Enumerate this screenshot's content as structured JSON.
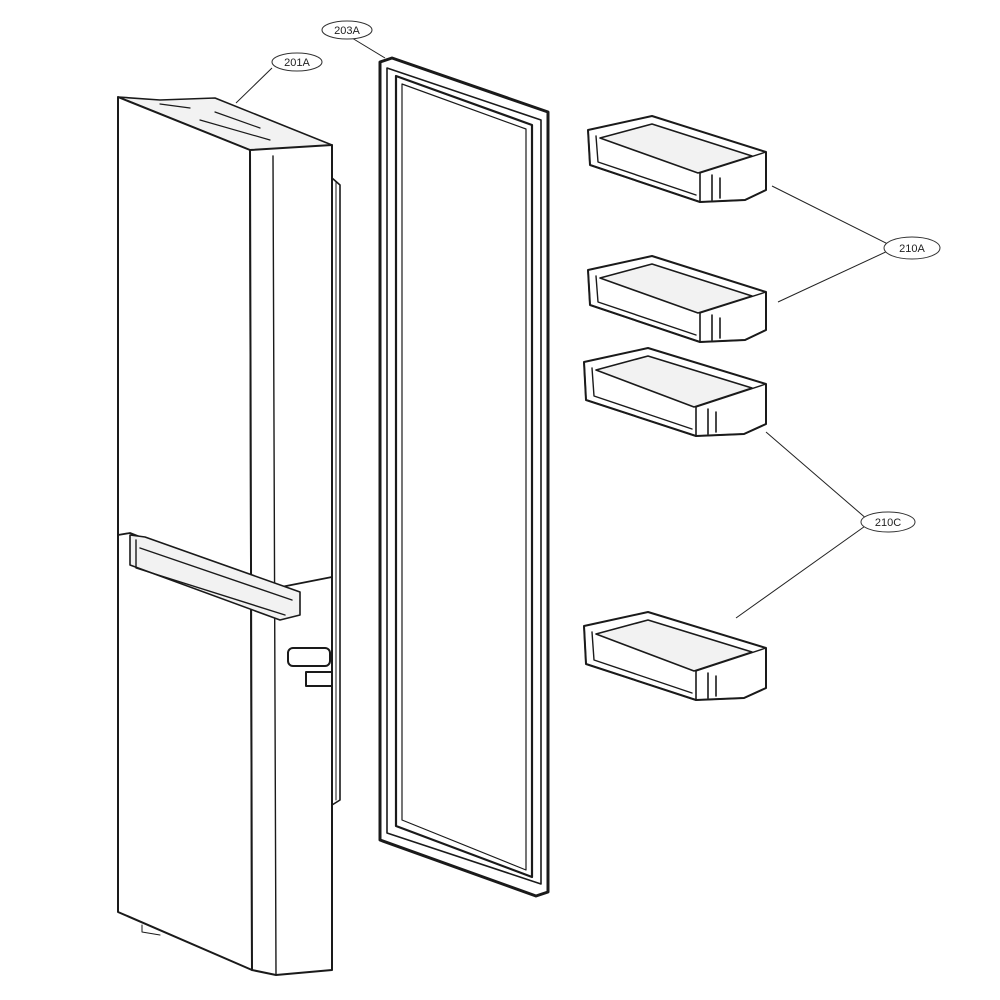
{
  "callouts": {
    "door": {
      "label": "201A"
    },
    "gasket": {
      "label": "203A"
    },
    "basket_upper": {
      "label": "210A"
    },
    "basket_lower": {
      "label": "210C"
    }
  },
  "colors": {
    "line": "#1a1a1a",
    "background": "#ffffff"
  }
}
